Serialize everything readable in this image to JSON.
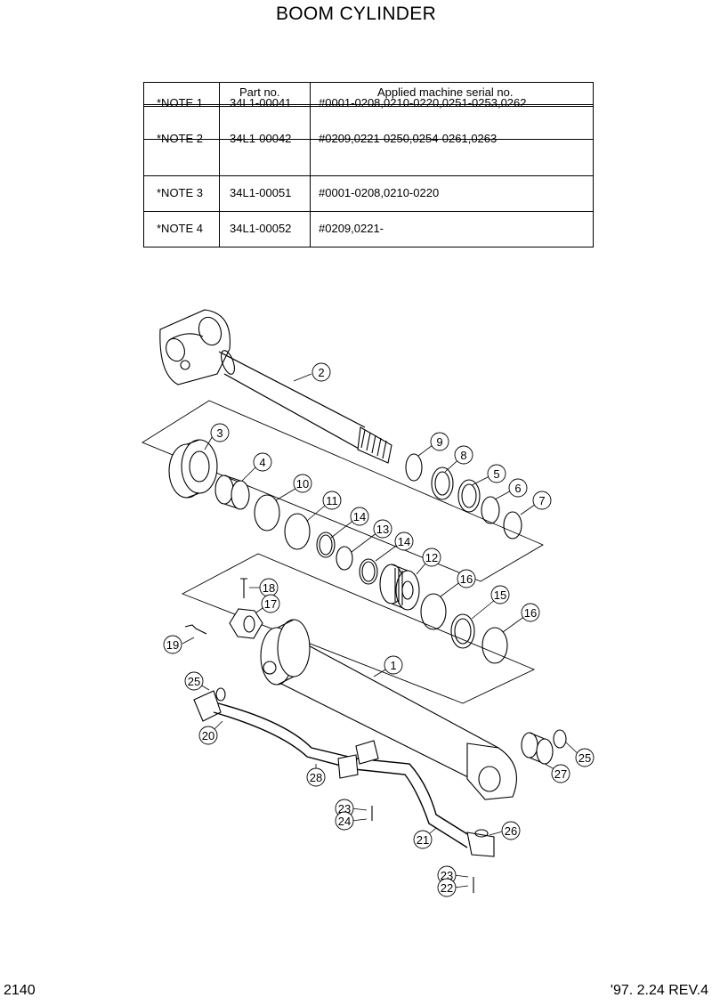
{
  "page": {
    "title": "BOOM CYLINDER",
    "page_number": "2140",
    "revision": "'97. 2.24  REV.4"
  },
  "notes_table": {
    "headers": {
      "part_no": "Part no.",
      "serial": "Applied machine serial no."
    },
    "rows": [
      {
        "note": "*NOTE 1",
        "part_no": "34L1-00041",
        "serial": "#0001-0208,0210-0220,0251-0253,0262"
      },
      {
        "note": "*NOTE 2",
        "part_no": "34L1-00042",
        "serial": "#0209,0221-0250,0254-0261,0263-"
      },
      {
        "note": "*NOTE 3",
        "part_no": "34L1-00051",
        "serial": "#0001-0208,0210-0220"
      },
      {
        "note": "*NOTE 4",
        "part_no": "34L1-00052",
        "serial": "#0209,0221-"
      }
    ]
  },
  "callouts": [
    "1",
    "2",
    "3",
    "4",
    "5",
    "6",
    "7",
    "8",
    "9",
    "10",
    "11",
    "12",
    "13",
    "14",
    "14",
    "15",
    "16",
    "16",
    "17",
    "18",
    "19",
    "20",
    "21",
    "22",
    "23",
    "23",
    "24",
    "25",
    "25",
    "26",
    "27",
    "28"
  ]
}
